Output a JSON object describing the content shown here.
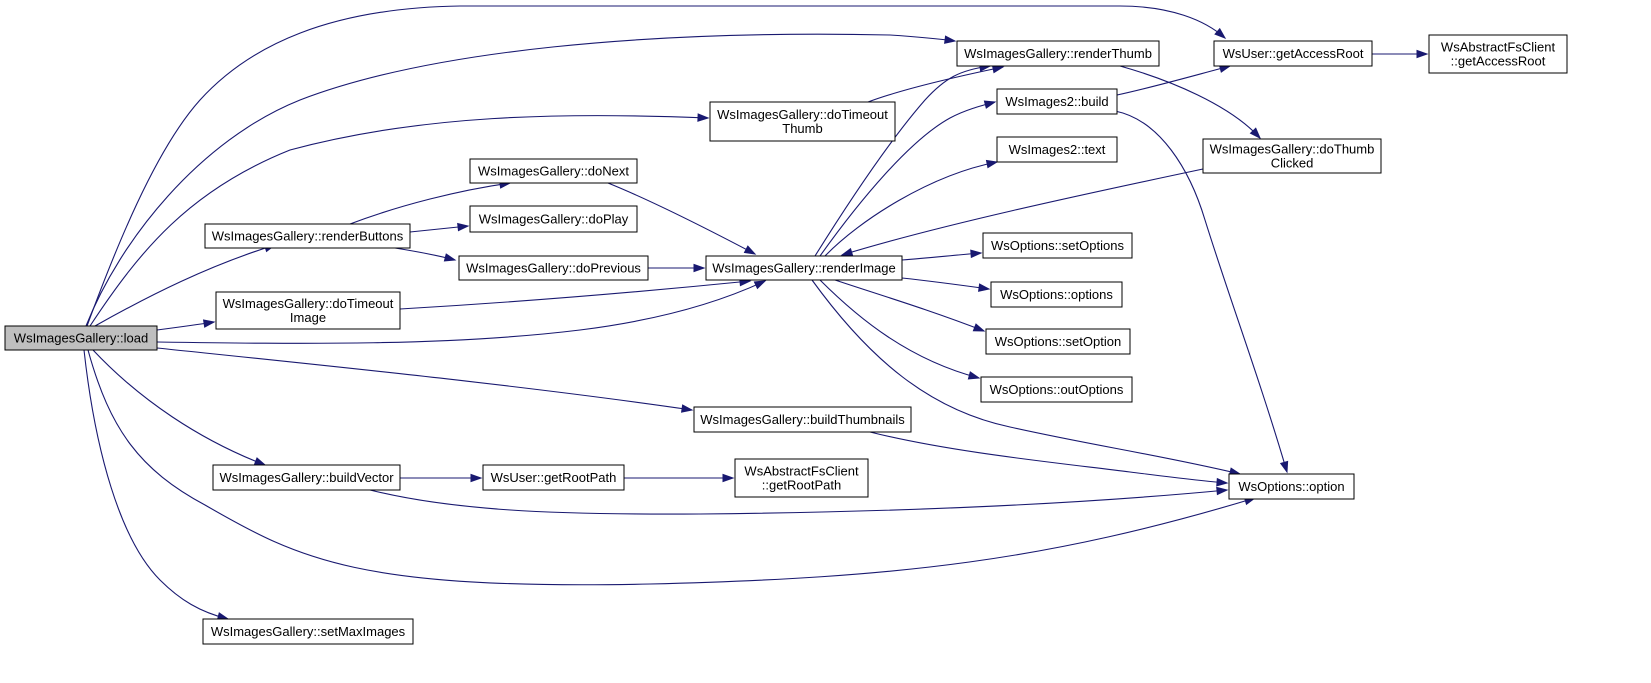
{
  "diagram": {
    "colors": {
      "edge": "#191970",
      "node_fill": "#ffffff",
      "root_fill": "#bfbfbf",
      "node_stroke": "#000000"
    },
    "root": "load",
    "nodes": [
      {
        "id": "load",
        "lines": [
          "WsImagesGallery::load"
        ]
      },
      {
        "id": "getAccessRoot",
        "lines": [
          "WsUser::getAccessRoot"
        ]
      },
      {
        "id": "fsGetAccessRoot",
        "lines": [
          "WsAbstractFsClient",
          "::getAccessRoot"
        ]
      },
      {
        "id": "renderThumb",
        "lines": [
          "WsImagesGallery::renderThumb"
        ]
      },
      {
        "id": "doTimeoutThumb",
        "lines": [
          "WsImagesGallery::doTimeout",
          "Thumb"
        ]
      },
      {
        "id": "images2Build",
        "lines": [
          "WsImages2::build"
        ]
      },
      {
        "id": "images2Text",
        "lines": [
          "WsImages2::text"
        ]
      },
      {
        "id": "doThumbClicked",
        "lines": [
          "WsImagesGallery::doThumb",
          "Clicked"
        ]
      },
      {
        "id": "doNext",
        "lines": [
          "WsImagesGallery::doNext"
        ]
      },
      {
        "id": "doPlay",
        "lines": [
          "WsImagesGallery::doPlay"
        ]
      },
      {
        "id": "renderButtons",
        "lines": [
          "WsImagesGallery::renderButtons"
        ]
      },
      {
        "id": "doPrevious",
        "lines": [
          "WsImagesGallery::doPrevious"
        ]
      },
      {
        "id": "renderImage",
        "lines": [
          "WsImagesGallery::renderImage"
        ]
      },
      {
        "id": "setOptions",
        "lines": [
          "WsOptions::setOptions"
        ]
      },
      {
        "id": "options",
        "lines": [
          "WsOptions::options"
        ]
      },
      {
        "id": "doTimeoutImage",
        "lines": [
          "WsImagesGallery::doTimeout",
          "Image"
        ]
      },
      {
        "id": "setOption",
        "lines": [
          "WsOptions::setOption"
        ]
      },
      {
        "id": "outOptions",
        "lines": [
          "WsOptions::outOptions"
        ]
      },
      {
        "id": "buildThumbnails",
        "lines": [
          "WsImagesGallery::buildThumbnails"
        ]
      },
      {
        "id": "buildVector",
        "lines": [
          "WsImagesGallery::buildVector"
        ]
      },
      {
        "id": "getRootPath",
        "lines": [
          "WsUser::getRootPath"
        ]
      },
      {
        "id": "fsGetRootPath",
        "lines": [
          "WsAbstractFsClient",
          "::getRootPath"
        ]
      },
      {
        "id": "option",
        "lines": [
          "WsOptions::option"
        ]
      },
      {
        "id": "setMaxImages",
        "lines": [
          "WsImagesGallery::setMaxImages"
        ]
      }
    ],
    "edges": [
      [
        "load",
        "getAccessRoot"
      ],
      [
        "load",
        "renderThumb"
      ],
      [
        "load",
        "doTimeoutThumb"
      ],
      [
        "load",
        "renderButtons"
      ],
      [
        "load",
        "doTimeoutImage"
      ],
      [
        "load",
        "renderImage"
      ],
      [
        "load",
        "buildThumbnails"
      ],
      [
        "load",
        "buildVector"
      ],
      [
        "load",
        "option"
      ],
      [
        "load",
        "setMaxImages"
      ],
      [
        "getAccessRoot",
        "fsGetAccessRoot"
      ],
      [
        "renderThumb",
        "doThumbClicked"
      ],
      [
        "doTimeoutThumb",
        "renderThumb"
      ],
      [
        "images2Build",
        "getAccessRoot"
      ],
      [
        "images2Build",
        "option"
      ],
      [
        "doThumbClicked",
        "renderImage"
      ],
      [
        "doNext",
        "renderImage"
      ],
      [
        "renderButtons",
        "doNext"
      ],
      [
        "renderButtons",
        "doPlay"
      ],
      [
        "renderButtons",
        "doPrevious"
      ],
      [
        "doPrevious",
        "renderImage"
      ],
      [
        "renderImage",
        "renderThumb"
      ],
      [
        "renderImage",
        "images2Build"
      ],
      [
        "renderImage",
        "images2Text"
      ],
      [
        "renderImage",
        "setOptions"
      ],
      [
        "renderImage",
        "options"
      ],
      [
        "renderImage",
        "setOption"
      ],
      [
        "renderImage",
        "outOptions"
      ],
      [
        "renderImage",
        "option"
      ],
      [
        "doTimeoutImage",
        "renderImage"
      ],
      [
        "buildThumbnails",
        "option"
      ],
      [
        "buildVector",
        "getRootPath"
      ],
      [
        "buildVector",
        "option"
      ],
      [
        "getRootPath",
        "fsGetRootPath"
      ]
    ]
  }
}
